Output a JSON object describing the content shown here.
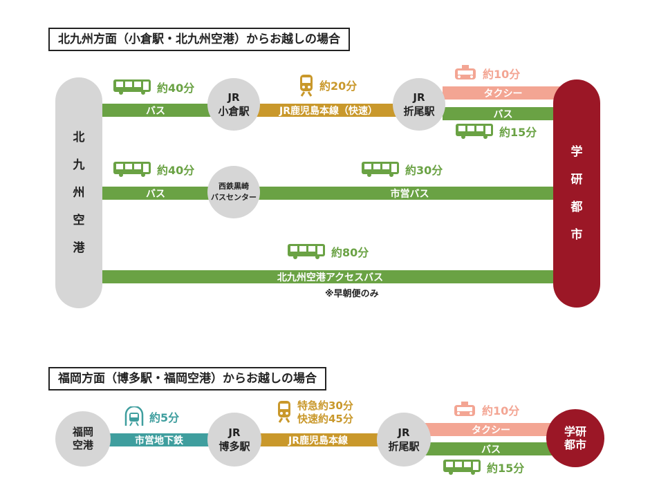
{
  "colors": {
    "bus": "#6aa244",
    "rail": "#c9982b",
    "taxi": "#f3a593",
    "subway": "#3f9e9e",
    "destination": "#9b1726",
    "node": "#d6d6d6"
  },
  "section1": {
    "title": "北九州方面（小倉駅・北九州空港）からお越しの場合",
    "origin": [
      "北",
      "九",
      "州",
      "空",
      "港"
    ],
    "destination": [
      "学",
      "研",
      "都",
      "市"
    ],
    "kokura": {
      "line1": "JR",
      "line2": "小倉駅"
    },
    "orio": {
      "line1": "JR",
      "line2": "折尾駅"
    },
    "nishitetsu": {
      "line1": "西鉄黒崎",
      "line2": "バスセンター"
    },
    "row1": {
      "bus1_label": "バス",
      "bus1_time": "約40分",
      "rail_label": "JR鹿児島本線（快速）",
      "rail_time": "約20分",
      "taxi_label": "タクシー",
      "taxi_time": "約10分",
      "bus2_label": "バス",
      "bus2_time": "約15分"
    },
    "row2": {
      "bus1_label": "バス",
      "bus1_time": "約40分",
      "bus2_label": "市営バス",
      "bus2_time": "約30分"
    },
    "row3": {
      "bus_label": "北九州空港アクセスバス",
      "bus_time": "約80分",
      "note": "※早朝便のみ"
    }
  },
  "section2": {
    "title": "福岡方面（博多駅・福岡空港）からお越しの場合",
    "origin": [
      "福",
      "岡",
      "空",
      "港"
    ],
    "hakata": {
      "line1": "JR",
      "line2": "博多駅"
    },
    "orio": {
      "line1": "JR",
      "line2": "折尾駅"
    },
    "destination": [
      "学",
      "研",
      "都",
      "市"
    ],
    "subway_label": "市営地下鉄",
    "subway_time": "約5分",
    "rail_label": "JR鹿児島本線",
    "rail_time1": "特急約30分",
    "rail_time2": "快速約45分",
    "taxi_label": "タクシー",
    "taxi_time": "約10分",
    "bus_label": "バス",
    "bus_time": "約15分"
  },
  "icons": {
    "bus": "bus-icon",
    "train": "train-icon",
    "taxi": "taxi-icon",
    "subway": "subway-icon"
  }
}
